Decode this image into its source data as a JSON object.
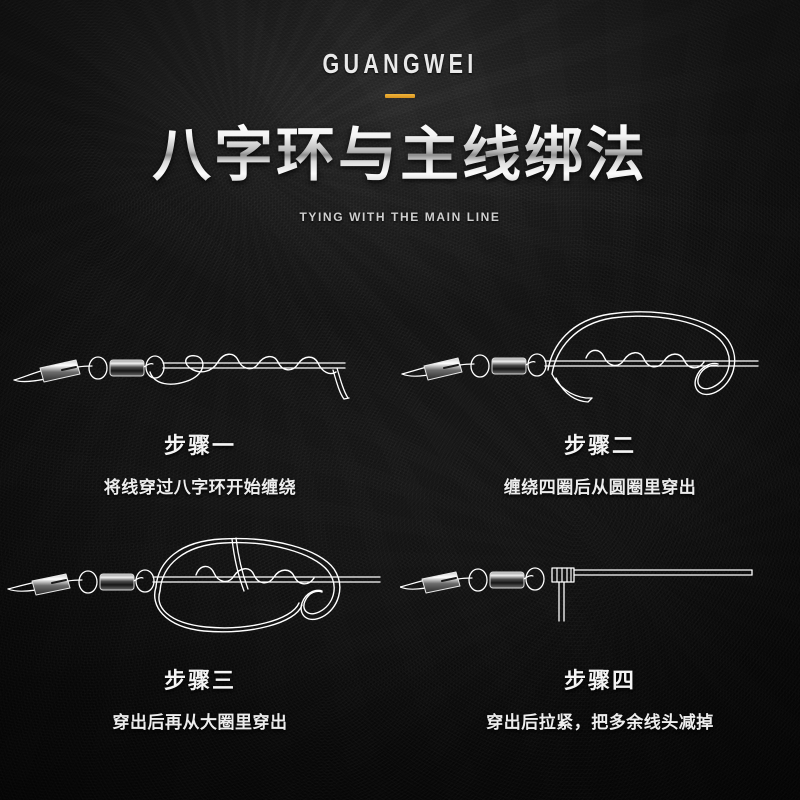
{
  "brand": {
    "logo_text": "GUANGWEI",
    "accent_color": "#e8a52b"
  },
  "header": {
    "title": "八字环与主线绑法",
    "subtitle": "TYING WITH THE MAIN LINE"
  },
  "theme": {
    "background_color": "#0b0b0b",
    "line_color": "#ffffff",
    "text_color": "#f2f2f2"
  },
  "steps": [
    {
      "id": "step-1",
      "title": "步骤一",
      "description": "将线穿过八字环开始缠绕",
      "diagram_name": "swivel-line-through-ring-wrapping"
    },
    {
      "id": "step-2",
      "title": "步骤二",
      "description": "缠绕四圈后从圆圈里穿出",
      "diagram_name": "swivel-four-wraps-through-loop"
    },
    {
      "id": "step-3",
      "title": "步骤三",
      "description": "穿出后再从大圈里穿出",
      "diagram_name": "swivel-pass-through-big-loop"
    },
    {
      "id": "step-4",
      "title": "步骤四",
      "description": "穿出后拉紧，把多余线头减掉",
      "diagram_name": "swivel-tightened-trim-tag-end"
    }
  ]
}
